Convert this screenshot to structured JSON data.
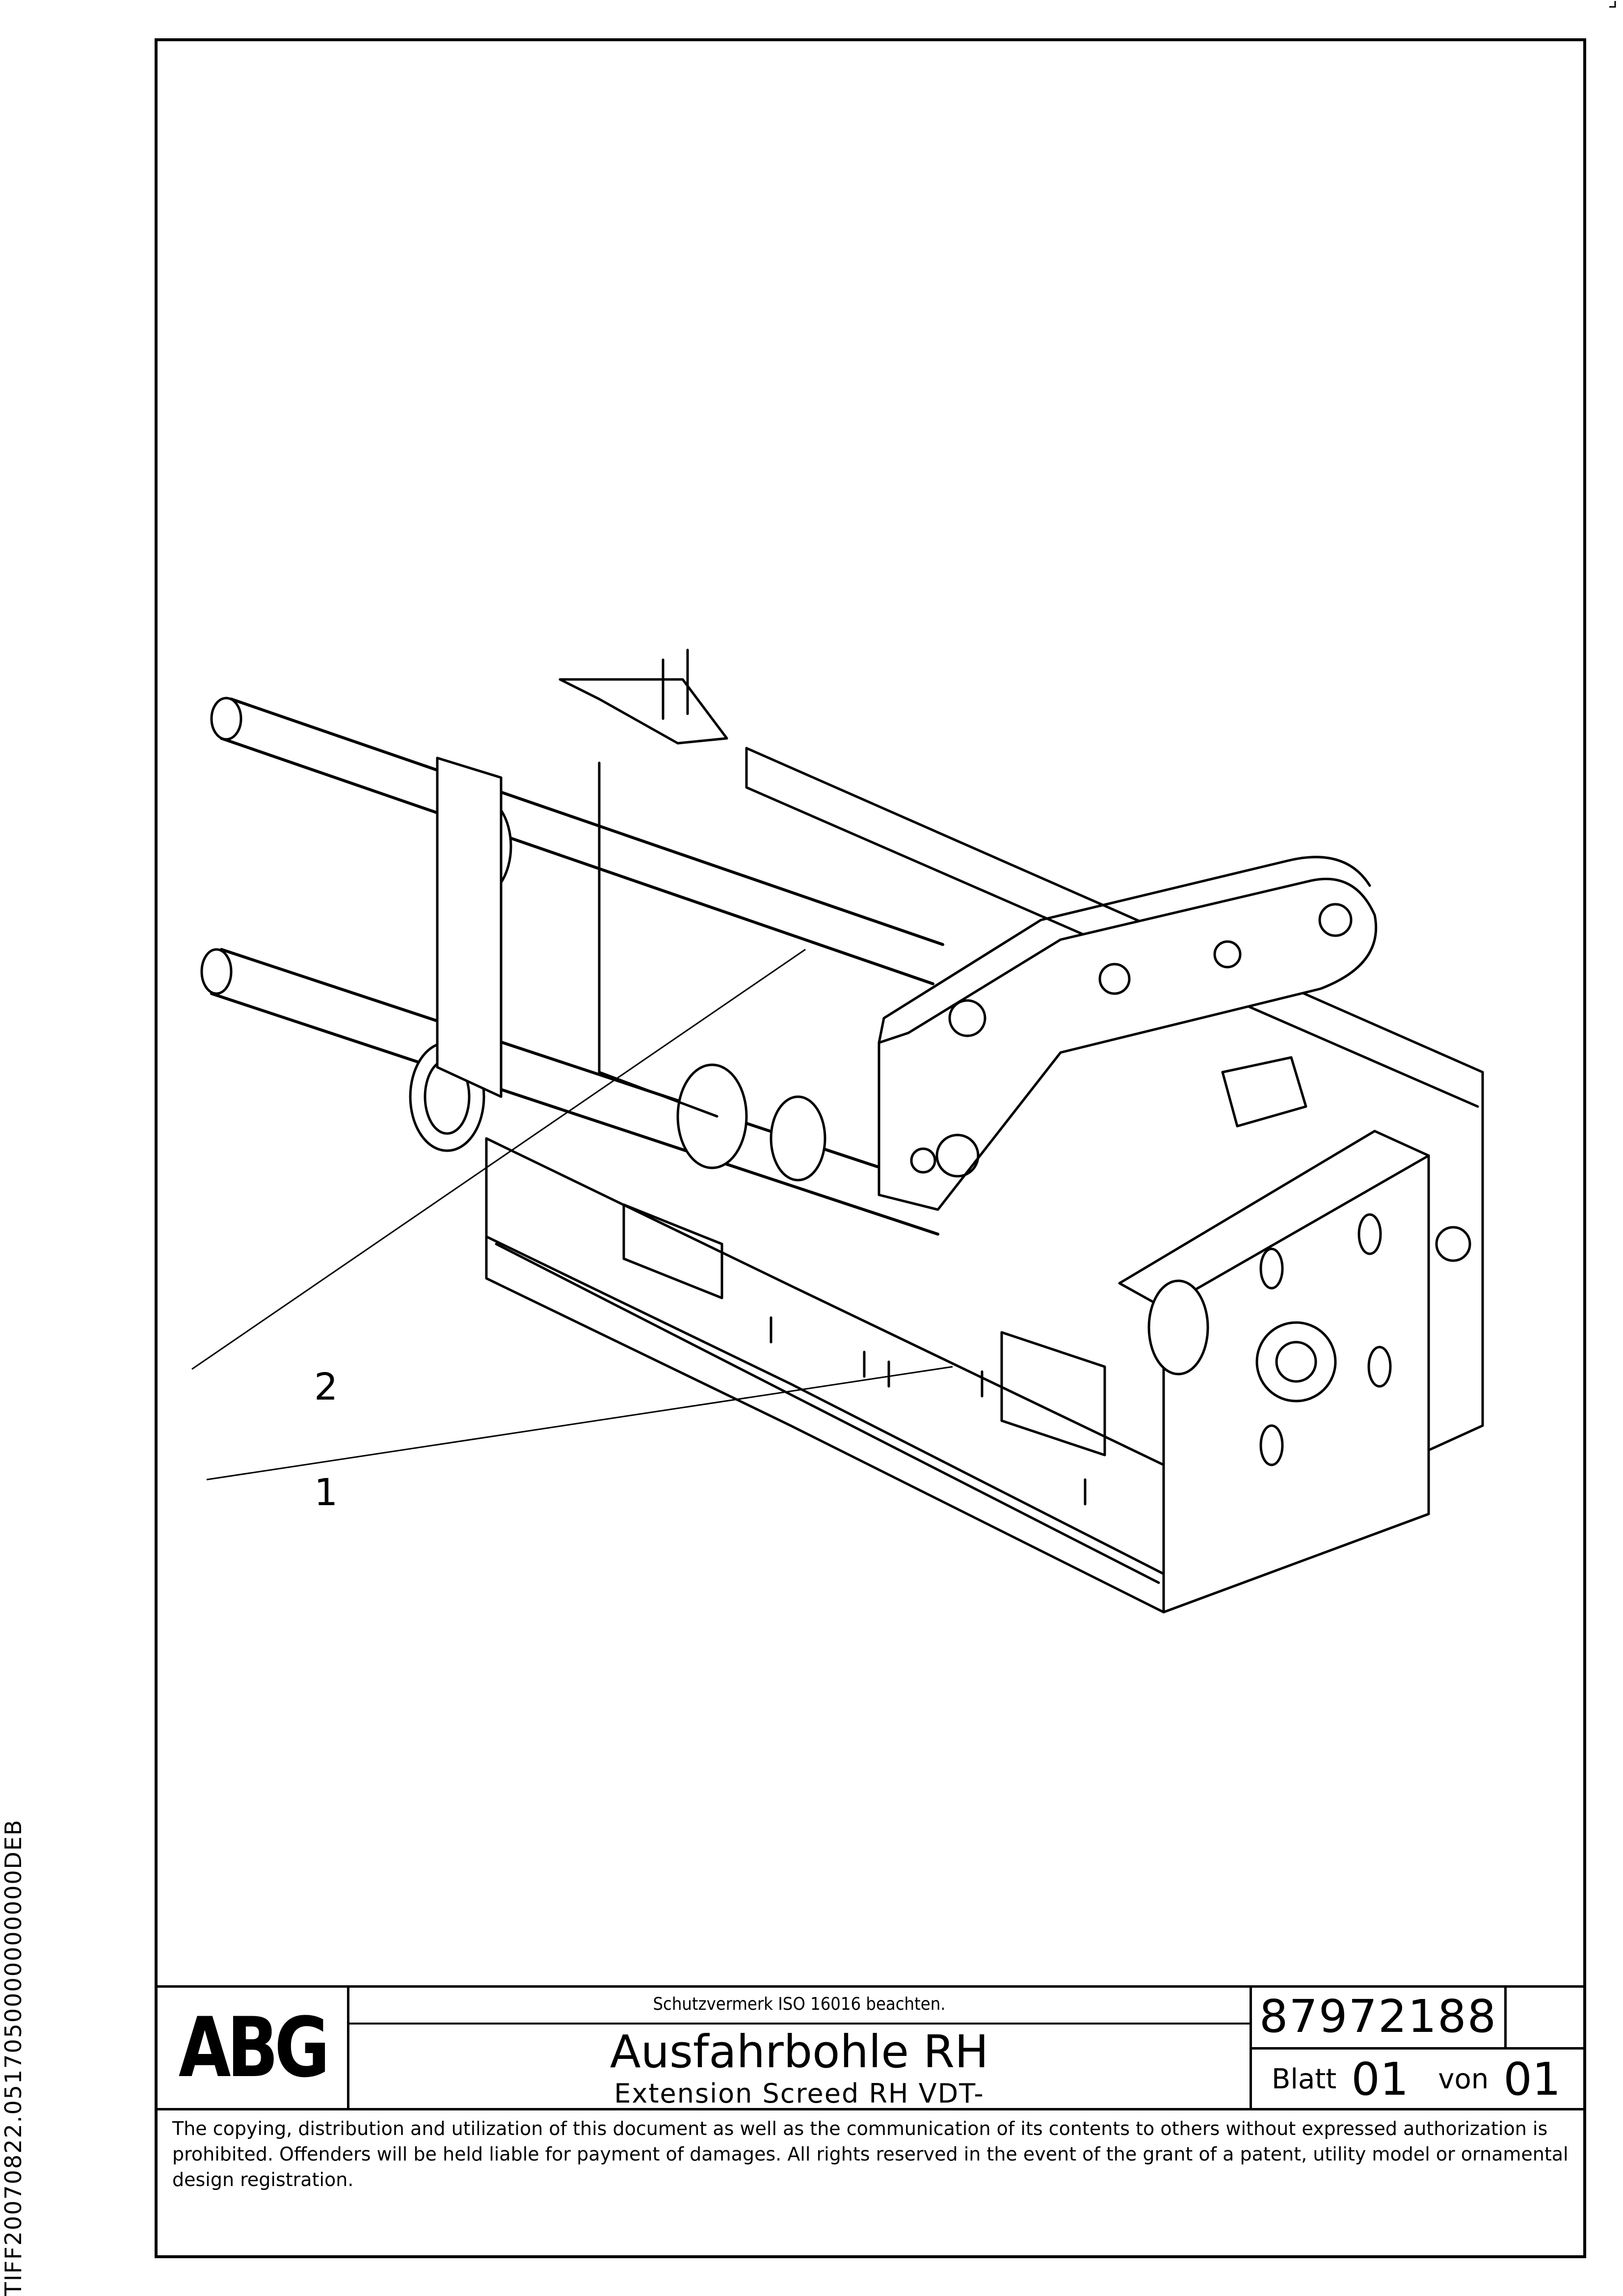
{
  "drawing": {
    "callouts": [
      "2",
      "1"
    ]
  },
  "titleblock": {
    "logo": "ABG",
    "protection_note": "Schutzvermerk ISO 16016 beachten.",
    "title_de": "Ausfahrbohle RH",
    "title_en": "Extension Screed RH VDT-",
    "document_number": "87972188",
    "sheet_label": "Blatt",
    "sheet_number": "01",
    "of_label": "von",
    "of_number": "01"
  },
  "copyright": "The copying, distribution and utilization of this document as well as the communication of its contents to others without expressed authorization is prohibited. Offenders will be held liable for payment of damages. All rights reserved in the event of the grant of a patent, utility model or ornamental design registration.",
  "side_code": "TIFF20070822.0517050000000000DEB"
}
